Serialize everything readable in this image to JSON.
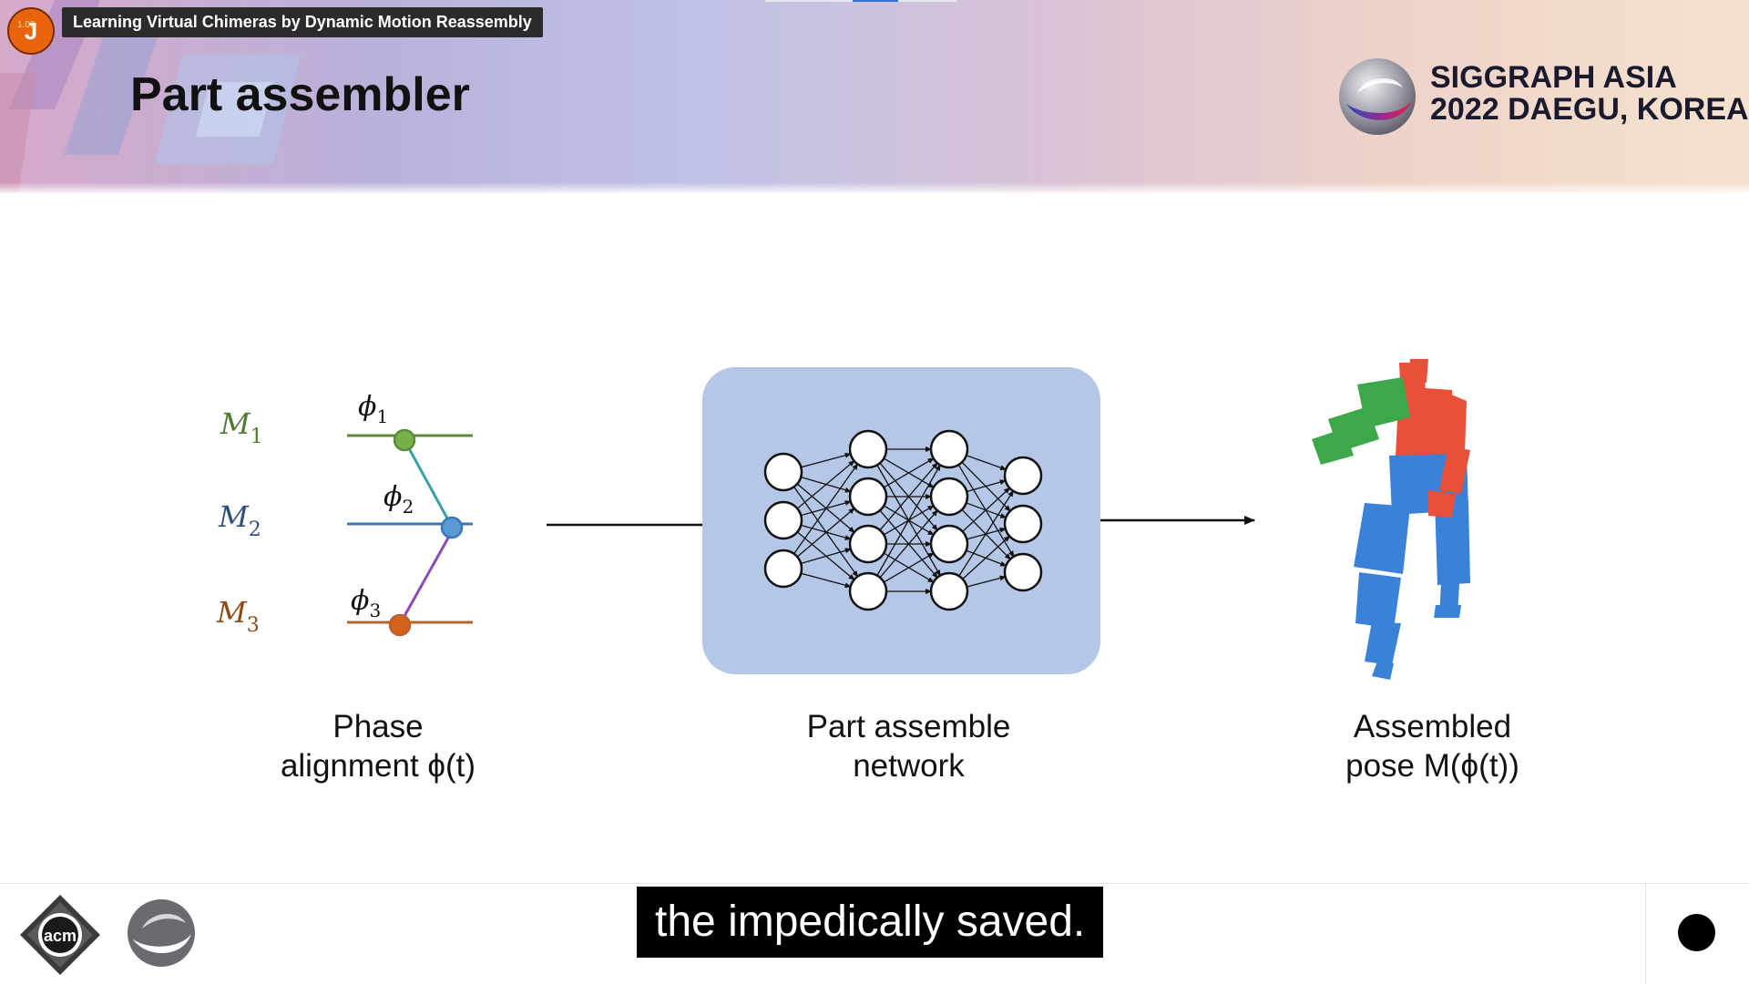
{
  "video": {
    "title": "Learning Virtual Chimeras by Dynamic Motion Reassembly",
    "avatar_letter": "J",
    "speed": "1.00"
  },
  "slide": {
    "title": "Part assembler"
  },
  "conference": {
    "line1": "SIGGRAPH ASIA",
    "line2": "2022 DAEGU, KOREA"
  },
  "phase": {
    "motions": [
      {
        "base": "M",
        "sub": "1",
        "color": "#4e7a2e",
        "line_color": "#5a8a3a",
        "dot_fill": "#77b04a",
        "phase_base": "ϕ",
        "phase_sub": "1"
      },
      {
        "base": "M",
        "sub": "2",
        "color": "#2f4f7a",
        "line_color": "#3a78b4",
        "dot_fill": "#5a9ad4",
        "phase_base": "ϕ",
        "phase_sub": "2"
      },
      {
        "base": "M",
        "sub": "3",
        "color": "#8a4a1a",
        "line_color": "#b8622e",
        "dot_fill": "#d4621a",
        "phase_base": "ϕ",
        "phase_sub": "3"
      }
    ],
    "connector_colors": [
      "#3aa0a8",
      "#8a4ab8"
    ]
  },
  "network": {
    "box_color": "#b4c7e7",
    "layers": [
      3,
      4,
      4,
      3
    ]
  },
  "labels": {
    "phase_line1": "Phase",
    "phase_line2": "alignment ϕ(t)",
    "network_line1": "Part assemble",
    "network_line2": "network",
    "pose_line1": "Assembled",
    "pose_line2": "pose M(ϕ(t))"
  },
  "figure_colors": {
    "torso_arm": "#e8503a",
    "left_arm": "#3ca84a",
    "legs": "#3a82d8"
  },
  "footer": {
    "acm_logo_text": "acm",
    "caption": "the impedically saved."
  }
}
